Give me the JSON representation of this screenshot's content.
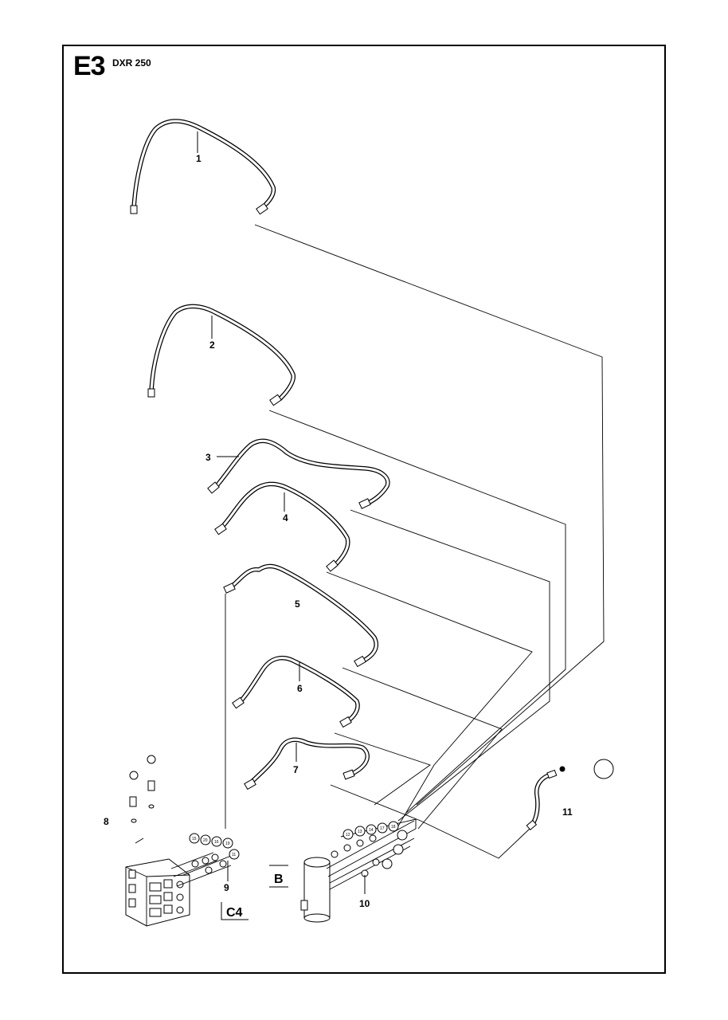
{
  "header": {
    "page_code": "E3",
    "model": "DXR 250"
  },
  "parts": [
    {
      "number": "1",
      "name": "hose"
    },
    {
      "number": "2",
      "name": "hose"
    },
    {
      "number": "3",
      "name": "hose"
    },
    {
      "number": "4",
      "name": "hose"
    },
    {
      "number": "5",
      "name": "hose"
    },
    {
      "number": "6",
      "name": "hose"
    },
    {
      "number": "7",
      "name": "hose"
    },
    {
      "number": "8",
      "name": "fittings"
    },
    {
      "number": "9",
      "name": "valve block fittings"
    },
    {
      "number": "10",
      "name": "cylinder fittings"
    },
    {
      "number": "11",
      "name": "hose"
    }
  ],
  "references": {
    "left": "C4",
    "center": "B"
  },
  "port_markers": [
    "15",
    "20",
    "16",
    "19",
    "11",
    "12",
    "13",
    "14",
    "17",
    "18"
  ]
}
